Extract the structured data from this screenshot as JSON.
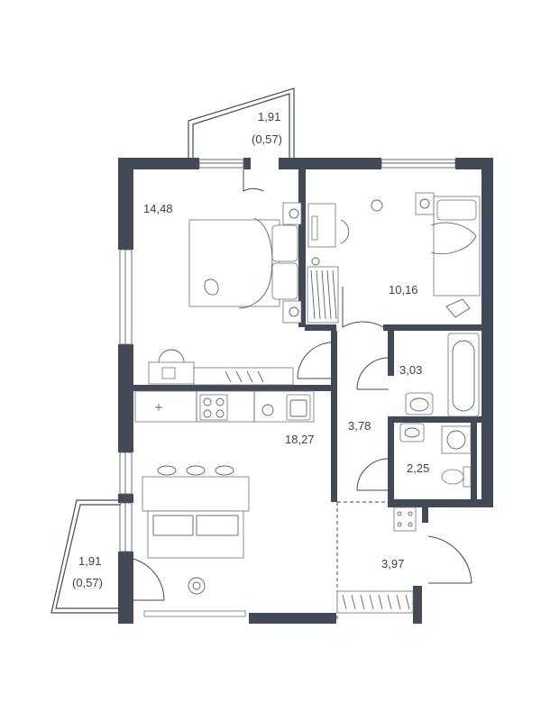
{
  "rooms": {
    "balcony_top": {
      "area": "1,91",
      "area_outdoor": "(0,57)"
    },
    "bedroom": {
      "area": "14,48"
    },
    "kids_room": {
      "area": "10,16"
    },
    "bathroom": {
      "area": "3,03"
    },
    "hall": {
      "area": "3,78"
    },
    "living_kitchen": {
      "area": "18,27"
    },
    "toilet": {
      "area": "2,25"
    },
    "balcony_left": {
      "area": "1,91",
      "area_outdoor": "(0,57)"
    },
    "entrance": {
      "area": "3,97"
    }
  },
  "colors": {
    "wall": "#434a57",
    "line": "#5b616c",
    "background": "#ffffff"
  },
  "icons": [
    "bed-icon",
    "sofa-icon",
    "bathtub-icon",
    "toilet-icon",
    "sink-icon",
    "stove-icon",
    "washing-machine-icon",
    "door-swing-icon",
    "window-icon"
  ]
}
